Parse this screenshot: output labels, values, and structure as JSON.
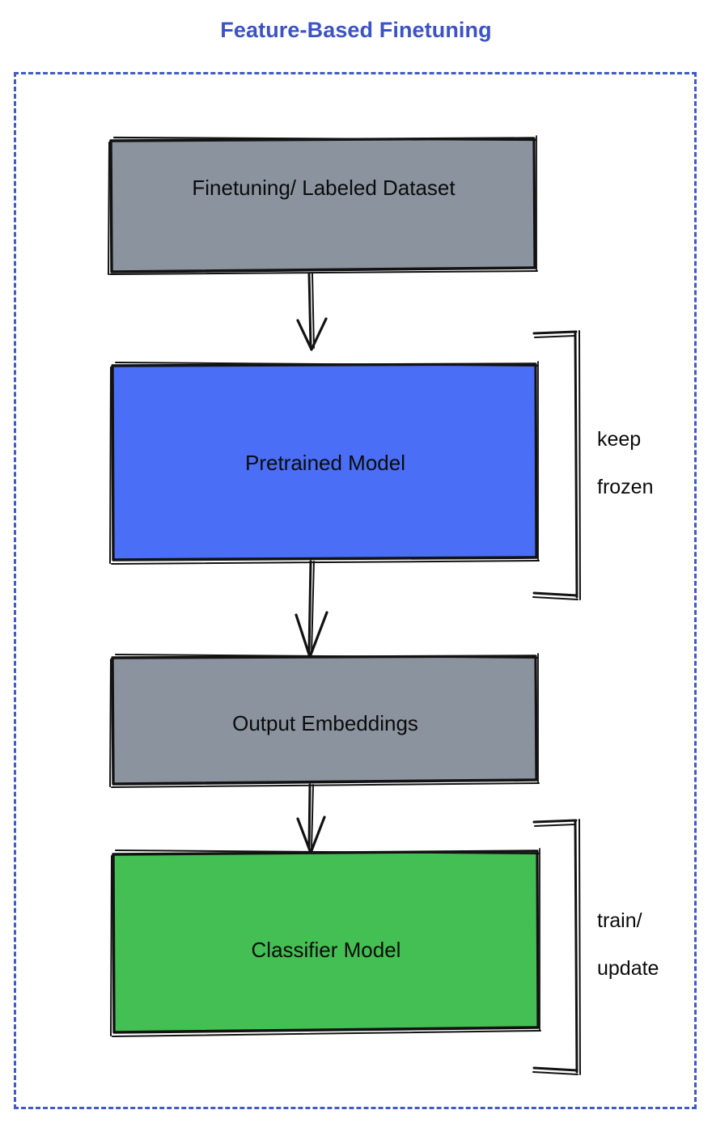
{
  "diagram": {
    "title": "Feature-Based Finetuning",
    "title_color": "#3c53c4",
    "frame_border_color": "#4059cc",
    "background_color": "#ffffff",
    "nodes": [
      {
        "id": "dataset",
        "label": "Finetuning/ Labeled Dataset",
        "fill": "#8a939e",
        "stroke": "#121212"
      },
      {
        "id": "pretrained",
        "label": "Pretrained Model",
        "fill": "#4a6ef5",
        "stroke": "#121212"
      },
      {
        "id": "embeddings",
        "label": "Output Embeddings",
        "fill": "#8a939e",
        "stroke": "#121212"
      },
      {
        "id": "classifier",
        "label": "Classifier Model",
        "fill": "#43bf53",
        "stroke": "#121212"
      }
    ],
    "edges": [
      {
        "from": "dataset",
        "to": "pretrained"
      },
      {
        "from": "pretrained",
        "to": "embeddings"
      },
      {
        "from": "embeddings",
        "to": "classifier"
      }
    ],
    "annotations": [
      {
        "id": "keep-frozen",
        "line1": "keep",
        "line2": "frozen",
        "target": "pretrained"
      },
      {
        "id": "train-update",
        "line1": "train/",
        "line2": "update",
        "target": "classifier"
      }
    ]
  }
}
